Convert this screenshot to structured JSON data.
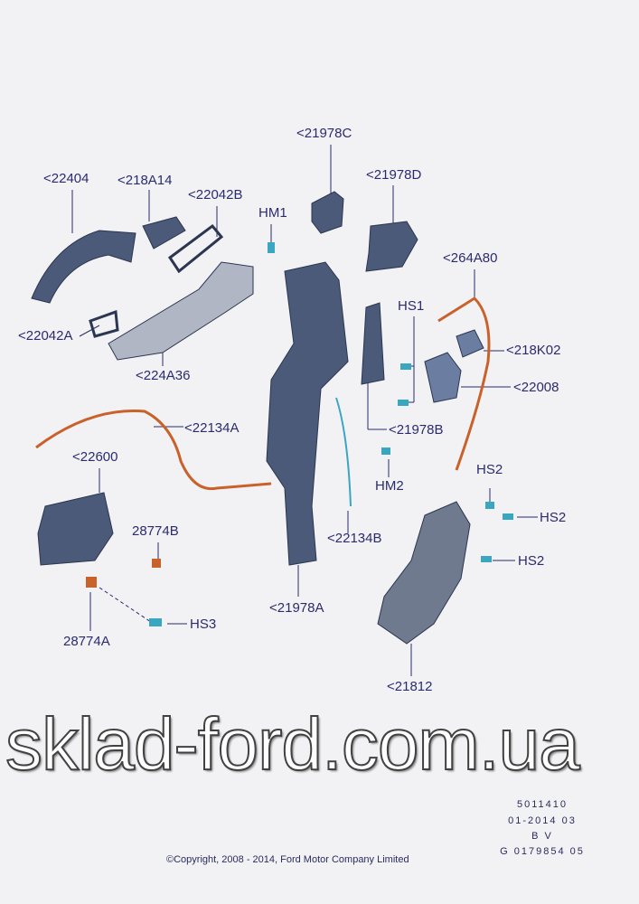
{
  "callouts": {
    "c21978C": "<21978C",
    "c22404": "<22404",
    "c218A14": "<218A14",
    "c22042B": "<22042B",
    "c21978D": "<21978D",
    "hm1": "HM1",
    "c264A80": "<264A80",
    "hs1": "HS1",
    "c22042A": "<22042A",
    "c218K02": "<218K02",
    "c224A36": "<224A36",
    "c22008": "<22008",
    "c22134A": "<22134A",
    "c21978B": "<21978B",
    "c22600": "<22600",
    "hm2": "HM2",
    "hs2_a": "HS2",
    "hs2_b": "HS2",
    "c22134B": "<22134B",
    "c28774B": "28774B",
    "hs2_c": "HS2",
    "c21978A": "<21978A",
    "hs3": "HS3",
    "c28774A": "28774A",
    "c21812": "<21812"
  },
  "meta": {
    "line1": "5011410",
    "line2": "01-2014 03",
    "line3": "B V",
    "line4": "G 0179854 05"
  },
  "copyright": "©Copyright, 2008 - 2014, Ford Motor Company Limited",
  "watermark": "sklad-ford.com.ua",
  "colors": {
    "label": "#2b2b6e",
    "part": "#4a5a78",
    "cable": "#c8622a",
    "fastener": "#3aa6c0"
  }
}
